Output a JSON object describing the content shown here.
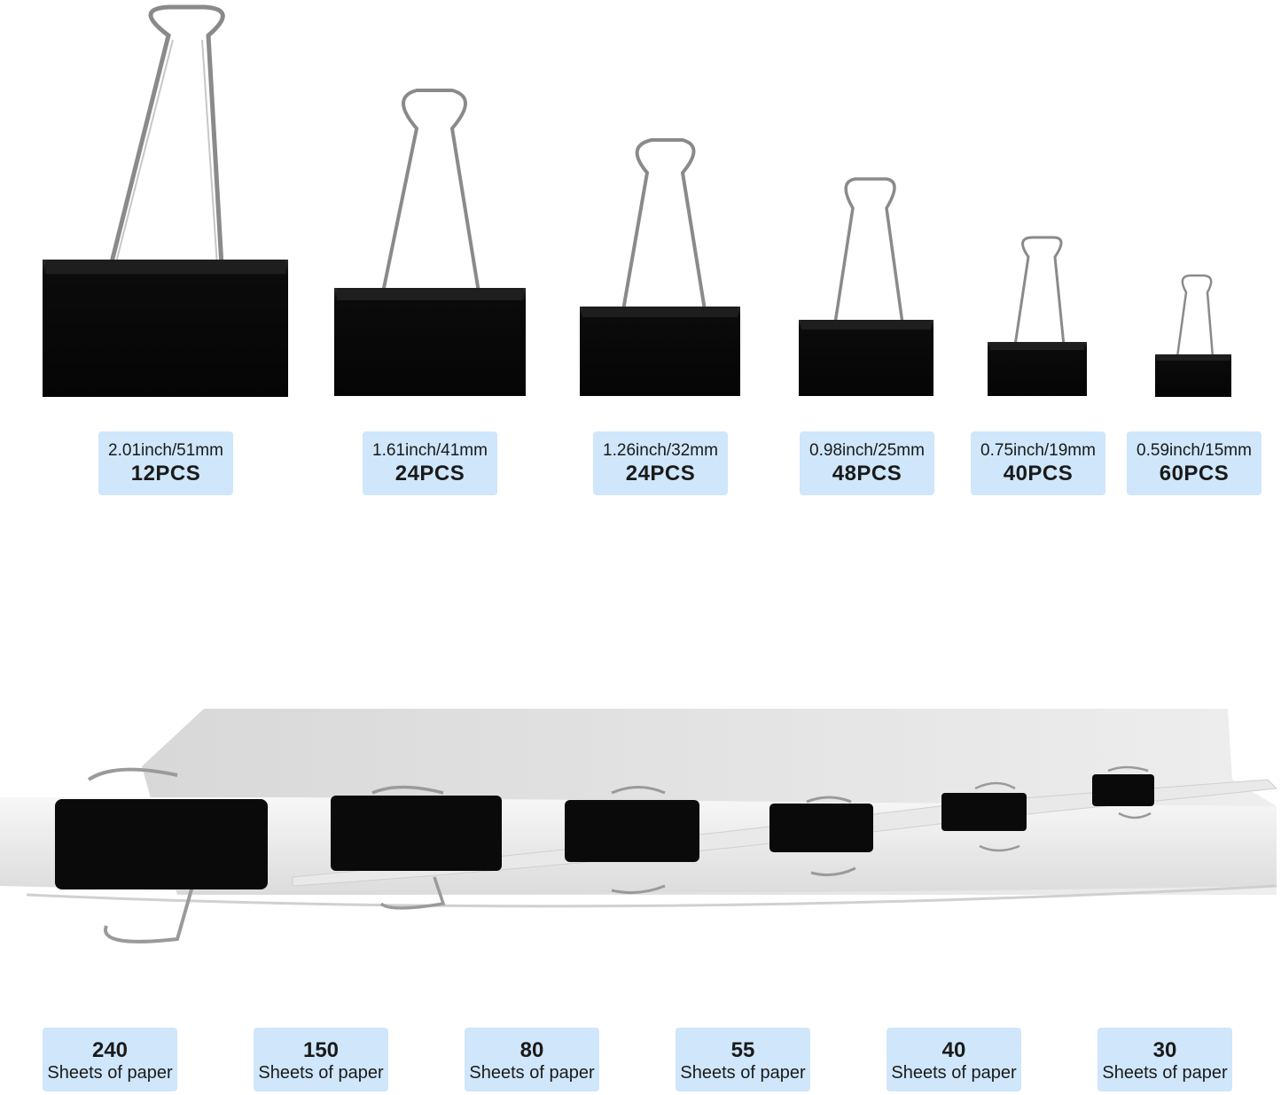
{
  "clip_colors": {
    "body": "#0d0d0d",
    "wire": "#8a8a8a",
    "paper_top": "#e4e4e4",
    "paper_edge": "#f3f3f3",
    "label_bg": "#cfe6fb"
  },
  "clip_sizes": [
    {
      "dimension": "2.01inch/51mm",
      "quantity": "12PCS"
    },
    {
      "dimension": "1.61inch/41mm",
      "quantity": "24PCS"
    },
    {
      "dimension": "1.26inch/32mm",
      "quantity": "24PCS"
    },
    {
      "dimension": "0.98inch/25mm",
      "quantity": "48PCS"
    },
    {
      "dimension": "0.75inch/19mm",
      "quantity": "40PCS"
    },
    {
      "dimension": "0.59inch/15mm",
      "quantity": "60PCS"
    }
  ],
  "capacities": [
    {
      "sheets": "240",
      "unit": "Sheets of paper"
    },
    {
      "sheets": "150",
      "unit": "Sheets of paper"
    },
    {
      "sheets": "80",
      "unit": "Sheets of paper"
    },
    {
      "sheets": "55",
      "unit": "Sheets of paper"
    },
    {
      "sheets": "40",
      "unit": "Sheets of paper"
    },
    {
      "sheets": "30",
      "unit": "Sheets of paper"
    }
  ]
}
